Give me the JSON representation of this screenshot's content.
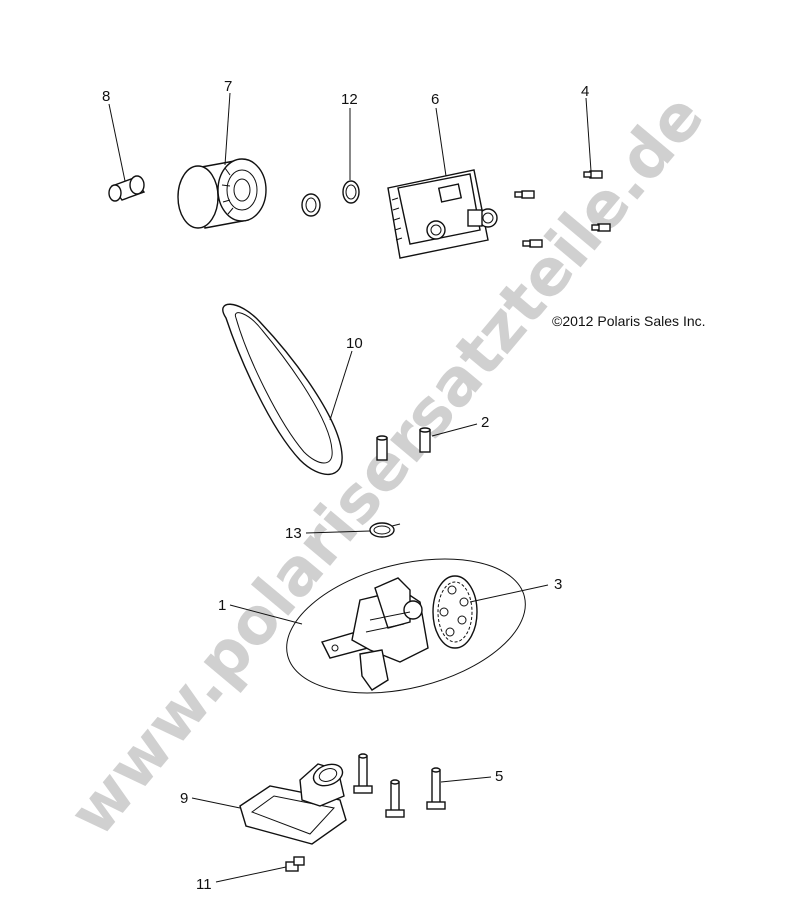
{
  "copyright": "©2012 Polaris Sales Inc.",
  "watermark": "www.polarisersatzteile.de",
  "callouts": {
    "c1": "1",
    "c2": "2",
    "c3": "3",
    "c4": "4",
    "c5": "5",
    "c6": "6",
    "c7": "7",
    "c8": "8",
    "c9": "9",
    "c10": "10",
    "c11": "11",
    "c12": "12",
    "c13": "13"
  }
}
